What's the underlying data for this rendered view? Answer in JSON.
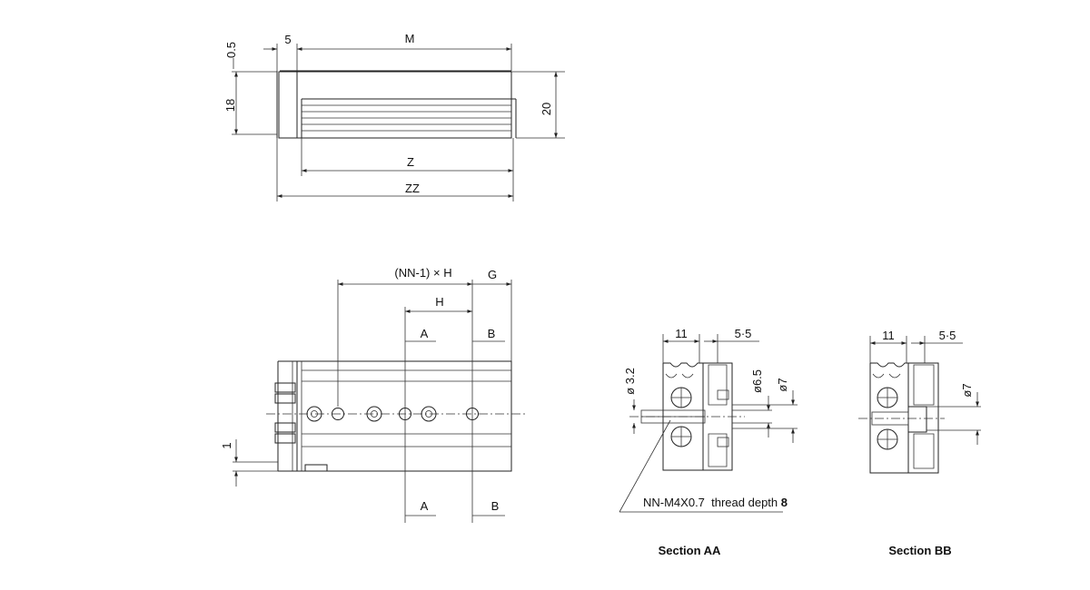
{
  "top_view": {
    "dim_05": "0.5",
    "dim_5": "5",
    "dim_M": "M",
    "dim_18": "18",
    "dim_20": "20",
    "dim_Z": "Z",
    "dim_ZZ": "ZZ"
  },
  "side_view": {
    "dim_nn1h": "(NN-1) × H",
    "dim_G": "G",
    "dim_H": "H",
    "dim_A_top": "A",
    "dim_B_top": "B",
    "dim_1": "1",
    "dim_A_bot": "A",
    "dim_B_bot": "B"
  },
  "section_aa": {
    "dim_11": "11",
    "dim_55": "5·5",
    "dim_d32": "ø 3.2",
    "dim_d65": "ø6.5",
    "dim_d7": "ø7",
    "callout_prefix": "NN-M4X0.7  thread depth ",
    "callout_bold": "8",
    "caption": "Section AA"
  },
  "section_bb": {
    "dim_11": "11",
    "dim_55": "5·5",
    "dim_d7": "ø7",
    "caption": "Section BB"
  }
}
